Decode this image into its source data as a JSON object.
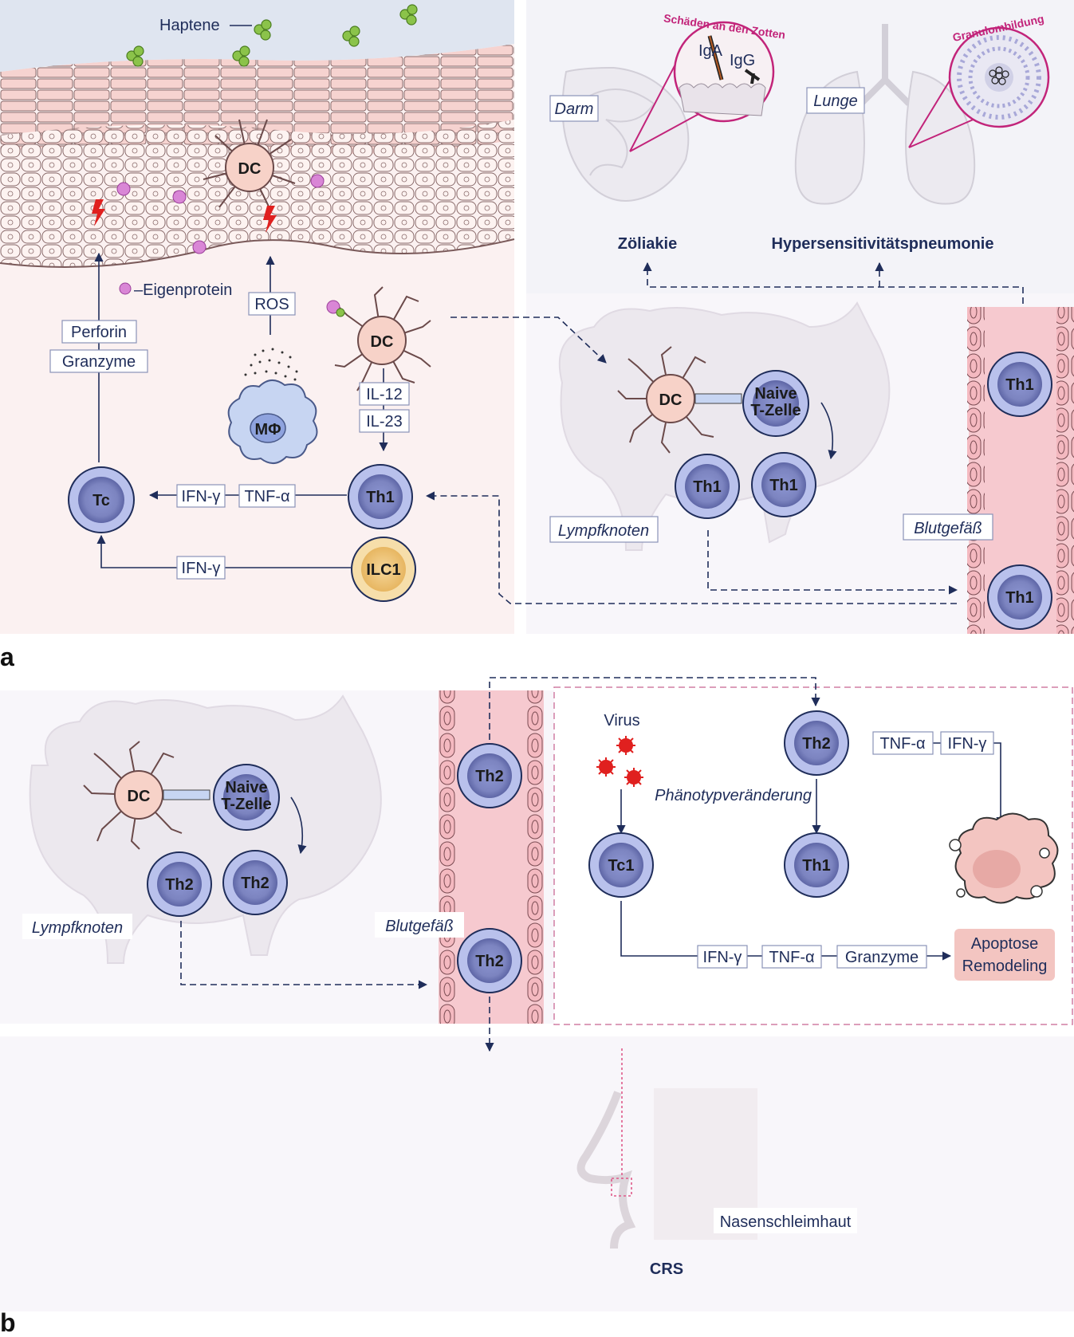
{
  "panels": {
    "a": "a",
    "b": "b"
  },
  "panel_a": {
    "hapten_label": "Haptene",
    "eigenprotein_label": "Eigenprotein",
    "dc_skin": "DC",
    "dc_lower": "DC",
    "ros": "ROS",
    "macrophage": "MΦ",
    "perforin": "Perforin",
    "granzyme": "Granzyme",
    "il12": "IL-12",
    "il23": "IL-23",
    "tc": "Tc",
    "th1": "Th1",
    "ilc1": "ILC1",
    "ifn_gamma_1": "IFN-γ",
    "tnf_alpha_1": "TNF-α",
    "ifn_gamma_2": "IFN-γ",
    "darm": "Darm",
    "lunge": "Lunge",
    "zotten_damage": "Schäden an den Zotten",
    "iga": "IgA",
    "igg": "IgG",
    "granulom": "Granulombildung",
    "zoeliakie": "Zöliakie",
    "hsp": "Hypersensitivitätspneumonie",
    "ln_dc": "DC",
    "naive_1": "Naive",
    "naive_2": "T-Zelle",
    "ln_th1_a": "Th1",
    "ln_th1_b": "Th1",
    "lymph": "Lympfknoten",
    "blood": "Blutgefäß",
    "vessel_th1_top": "Th1",
    "vessel_th1_bottom": "Th1"
  },
  "panel_b": {
    "ln_dc": "DC",
    "naive_1": "Naive",
    "naive_2": "T-Zelle",
    "ln_th2_a": "Th2",
    "ln_th2_b": "Th2",
    "lymph": "Lympfknoten",
    "blood": "Blutgefäß",
    "vessel_th2_top": "Th2",
    "vessel_th2_bottom": "Th2",
    "virus": "Virus",
    "th2_right": "Th2",
    "tnf_alpha": "TNF-α",
    "ifn_gamma": "IFN-γ",
    "phenotype": "Phänotypveränderung",
    "tc1": "Tc1",
    "th1": "Th1",
    "ifn_gamma_2": "IFN-γ",
    "tnf_alpha_2": "TNF-α",
    "granzyme": "Granzyme",
    "apoptose": "Apoptose",
    "remodeling": "Remodeling",
    "nasal": "Nasenschleimhaut",
    "crs": "CRS"
  },
  "colors": {
    "navy": "#1f2d5a",
    "tcell_fill": "#b9c1ec",
    "tcell_core": "#8088c6",
    "dc_fill": "#f7d2c8",
    "ilc_fill": "#f2c97a",
    "vessel": "#f6c9cf",
    "skin_bg": "#fbeeee",
    "magenta": "#c2247a",
    "hapten_green": "#8bc34a"
  }
}
